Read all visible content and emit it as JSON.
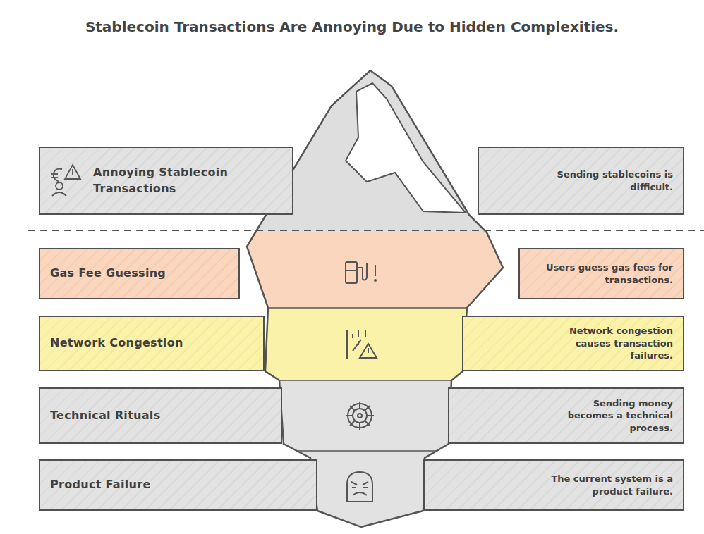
{
  "diagram": {
    "title": "Stablecoin Transactions Are Annoying Due to Hidden Complexities.",
    "nodes": [
      {
        "text": [
          "Annoying Stablecoin Transactions"
        ]
      },
      {
        "text": [
          "Sending stablecoins is difficult."
        ]
      },
      {
        "text": [
          "Gas Fee Guessing"
        ]
      },
      {
        "text": [
          "Users guess gas fees for transactions."
        ]
      },
      {
        "text": [
          "Network Congestion"
        ]
      },
      {
        "text": [
          "Network congestion causes transaction failures."
        ]
      },
      {
        "text": [
          "Technical Rituals"
        ]
      },
      {
        "text": [
          "Sending money becomes a technical process."
        ]
      },
      {
        "text": [
          "Product Failure"
        ]
      },
      {
        "text": [
          "The current system is a product failure."
        ]
      }
    ]
  }
}
